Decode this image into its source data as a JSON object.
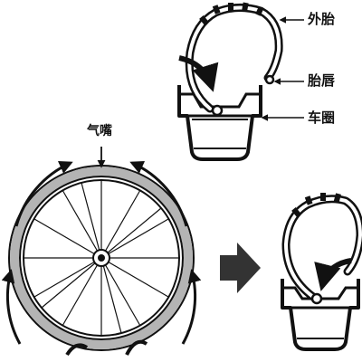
{
  "labels": {
    "tire": "外胎",
    "bead": "胎唇",
    "rim": "车圈",
    "valve": "气嘴"
  },
  "colors": {
    "ink": "#111111",
    "tire_fill": "#b4b4b4",
    "step_arrow": "#333333",
    "background": "#ffffff"
  },
  "icons": {
    "step_arrow": "right-arrow-icon",
    "rotation_arrows": "curved-arrow-icon"
  }
}
